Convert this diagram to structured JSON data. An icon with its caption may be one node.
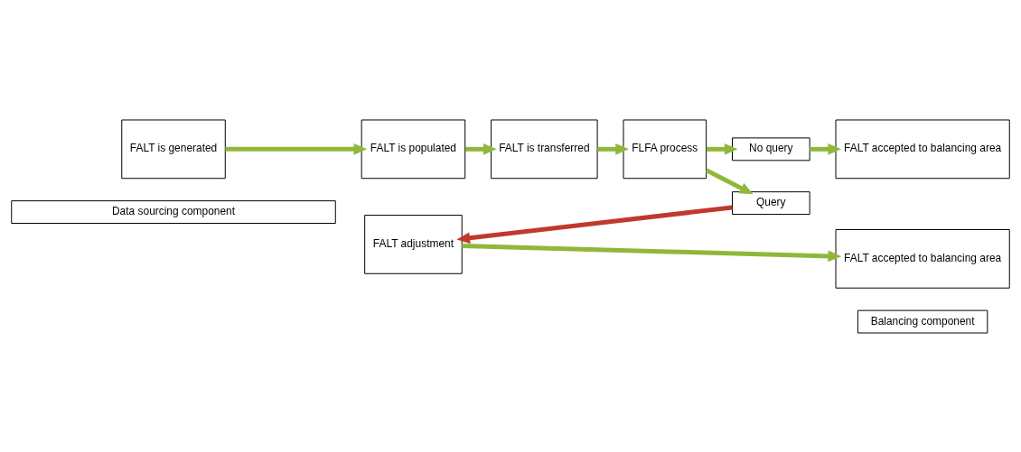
{
  "diagram": {
    "nodes": [
      {
        "text": [
          "Data sourcing component"
        ]
      },
      {
        "text": [
          "Balancing component"
        ]
      },
      {
        "text": [
          "FALT is generated"
        ]
      },
      {
        "text": [
          "FALT is populated"
        ]
      },
      {
        "text": [
          "FALT is transferred"
        ]
      },
      {
        "text": [
          "FLFA process"
        ]
      },
      {
        "text": [
          "No query"
        ]
      },
      {
        "text": [
          "Query"
        ]
      },
      {
        "text": [
          "FALT accepted to balancing area"
        ]
      },
      {
        "text": [
          "FALT adjustment"
        ]
      },
      {
        "text": [
          "FALT accepted to balancing area"
        ]
      }
    ],
    "edges": [
      {
        "from": 2,
        "to": 3,
        "arrow": "to"
      },
      {
        "from": 3,
        "to": 4,
        "arrow": "to"
      },
      {
        "from": 4,
        "to": 5,
        "arrow": "to"
      },
      {
        "from": 5,
        "to": 6,
        "arrow": "to"
      },
      {
        "from": 5,
        "to": 7,
        "arrow": "to"
      },
      {
        "from": 6,
        "to": 8,
        "arrow": "to"
      },
      {
        "from": 7,
        "to": 9,
        "arrow": "to",
        "color": "#c0392b"
      },
      {
        "from": 9,
        "to": 10,
        "arrow": "to"
      }
    ]
  }
}
